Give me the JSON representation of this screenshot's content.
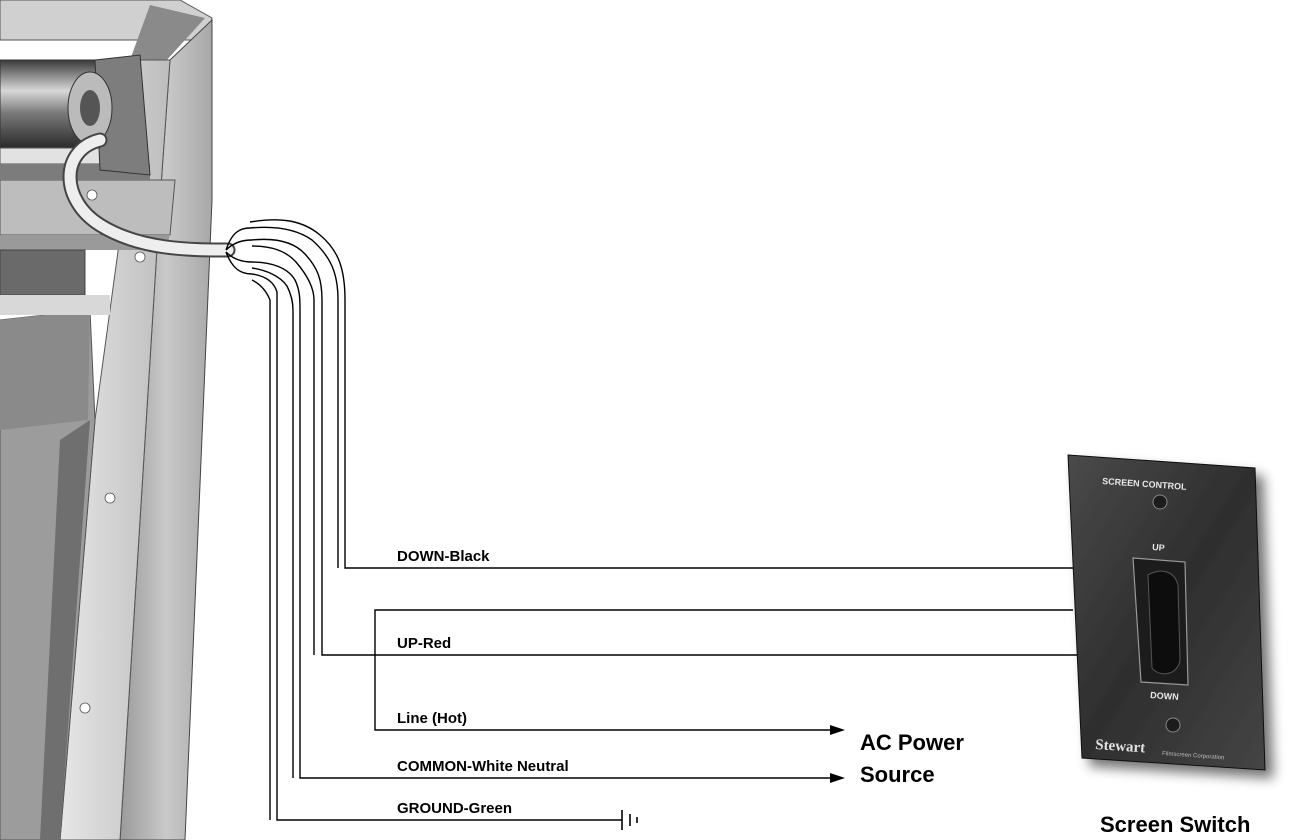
{
  "wires": {
    "down": "DOWN-Black",
    "up": "UP-Red",
    "line": "Line (Hot)",
    "common": "COMMON-White Neutral",
    "ground": "GROUND-Green"
  },
  "power_source": {
    "line1": "AC Power",
    "line2": "Source"
  },
  "switch": {
    "caption": "Screen Switch",
    "plate_title": "SCREEN CONTROL",
    "up_label": "UP",
    "down_label": "DOWN",
    "brand": "Stewart",
    "brand_sub": "Filmscreen Corporation"
  },
  "colors": {
    "wire": "#000000",
    "frame_light": "#c8c8c8",
    "frame_dark": "#7a7a7a",
    "plate": "#3a3a3a"
  }
}
